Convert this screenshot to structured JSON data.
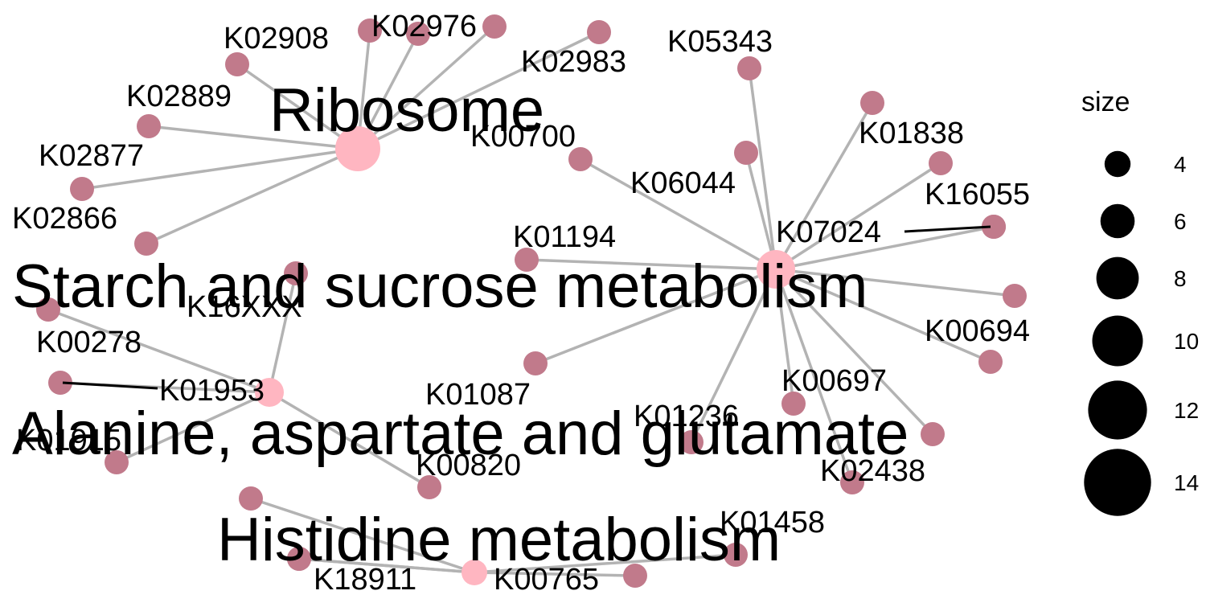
{
  "categories": [
    {
      "id": "ribosome",
      "label": "Ribosome",
      "size": 14
    },
    {
      "id": "starch",
      "label": "Starch and sucrose metabolism",
      "size": 14
    },
    {
      "id": "alanine",
      "label": "Alanine, aspartate and glutamate",
      "size": 8
    },
    {
      "id": "histidine",
      "label": "Histidine metabolism",
      "size": 6
    }
  ],
  "genes": [
    {
      "id": "g_K02908",
      "label": "K02908"
    },
    {
      "id": "g_K02976",
      "label": "K02976"
    },
    {
      "id": "g_K02983",
      "label": "K02983"
    },
    {
      "id": "g_K02889",
      "label": "K02889"
    },
    {
      "id": "g_K02877",
      "label": "K02877"
    },
    {
      "id": "g_K02866",
      "label": "K02866"
    },
    {
      "id": "g_top_r1",
      "label": ""
    },
    {
      "id": "g_top_r2",
      "label": ""
    },
    {
      "id": "g_K05343",
      "label": "K05343"
    },
    {
      "id": "g_K01838",
      "label": "K01838"
    },
    {
      "id": "g_K00700",
      "label": "K00700"
    },
    {
      "id": "g_K06044",
      "label": "K06044"
    },
    {
      "id": "g_hid_a",
      "label": ""
    },
    {
      "id": "g_K07024",
      "label": "K07024"
    },
    {
      "id": "g_K16055",
      "label": "K16055"
    },
    {
      "id": "g_K01194",
      "label": "K01194"
    },
    {
      "id": "g_hid_right",
      "label": ""
    },
    {
      "id": "g_K00694",
      "label": "K00694"
    },
    {
      "id": "g_K00697",
      "label": "K00697"
    },
    {
      "id": "g_K01087",
      "label": "K01087"
    },
    {
      "id": "g_K01236",
      "label": "K01236"
    },
    {
      "id": "g_K02438",
      "label": "K02438"
    },
    {
      "id": "g_hid_b",
      "label": ""
    },
    {
      "id": "g_K16XXX",
      "label": "K16XXX"
    },
    {
      "id": "g_K00278",
      "label": "K00278"
    },
    {
      "id": "g_K01953",
      "label": "K01953"
    },
    {
      "id": "g_hid_c",
      "label": ""
    },
    {
      "id": "g_K01915",
      "label": "K01915"
    },
    {
      "id": "g_K00820",
      "label": "K00820"
    },
    {
      "id": "g_hid_d",
      "label": ""
    },
    {
      "id": "g_hid_e",
      "label": ""
    },
    {
      "id": "g_K18911",
      "label": "K18911"
    },
    {
      "id": "g_K00765",
      "label": "K00765"
    },
    {
      "id": "g_hid_f",
      "label": ""
    },
    {
      "id": "g_K01458",
      "label": "K01458"
    }
  ],
  "edges": [
    [
      "ribosome",
      "g_K02908"
    ],
    [
      "ribosome",
      "g_K02976"
    ],
    [
      "ribosome",
      "g_K02983"
    ],
    [
      "ribosome",
      "g_K02889"
    ],
    [
      "ribosome",
      "g_K02877"
    ],
    [
      "ribosome",
      "g_K02866"
    ],
    [
      "ribosome",
      "g_top_r1"
    ],
    [
      "ribosome",
      "g_top_r2"
    ],
    [
      "starch",
      "g_K05343"
    ],
    [
      "starch",
      "g_K01838"
    ],
    [
      "starch",
      "g_K00700"
    ],
    [
      "starch",
      "g_K06044"
    ],
    [
      "starch",
      "g_hid_a"
    ],
    [
      "starch",
      "g_K07024"
    ],
    [
      "starch",
      "g_K01194"
    ],
    [
      "starch",
      "g_hid_right"
    ],
    [
      "starch",
      "g_K00694"
    ],
    [
      "starch",
      "g_K00697"
    ],
    [
      "starch",
      "g_K01087"
    ],
    [
      "starch",
      "g_K01236"
    ],
    [
      "starch",
      "g_K02438"
    ],
    [
      "starch",
      "g_hid_b"
    ],
    [
      "alanine",
      "g_K16XXX"
    ],
    [
      "alanine",
      "g_K00278"
    ],
    [
      "alanine",
      "g_K01953"
    ],
    [
      "alanine",
      "g_hid_c"
    ],
    [
      "alanine",
      "g_K00820"
    ],
    [
      "alanine",
      "g_K01915"
    ],
    [
      "histidine",
      "g_hid_d"
    ],
    [
      "histidine",
      "g_hid_e"
    ],
    [
      "histidine",
      "g_K18911"
    ],
    [
      "histidine",
      "g_K00765"
    ],
    [
      "histidine",
      "g_hid_f"
    ],
    [
      "histidine",
      "g_K01458"
    ]
  ],
  "legend": {
    "title": "size",
    "entries": [
      {
        "size": 4,
        "label": "4"
      },
      {
        "size": 6,
        "label": "6"
      },
      {
        "size": 8,
        "label": "8"
      },
      {
        "size": 10,
        "label": "10"
      },
      {
        "size": 12,
        "label": "12"
      },
      {
        "size": 14,
        "label": "14"
      }
    ]
  },
  "colors": {
    "gene_node": "#c17a8b",
    "category_node": "#ffb6c1",
    "edge": "#b3b3b3",
    "legend_dot": "#000000"
  }
}
